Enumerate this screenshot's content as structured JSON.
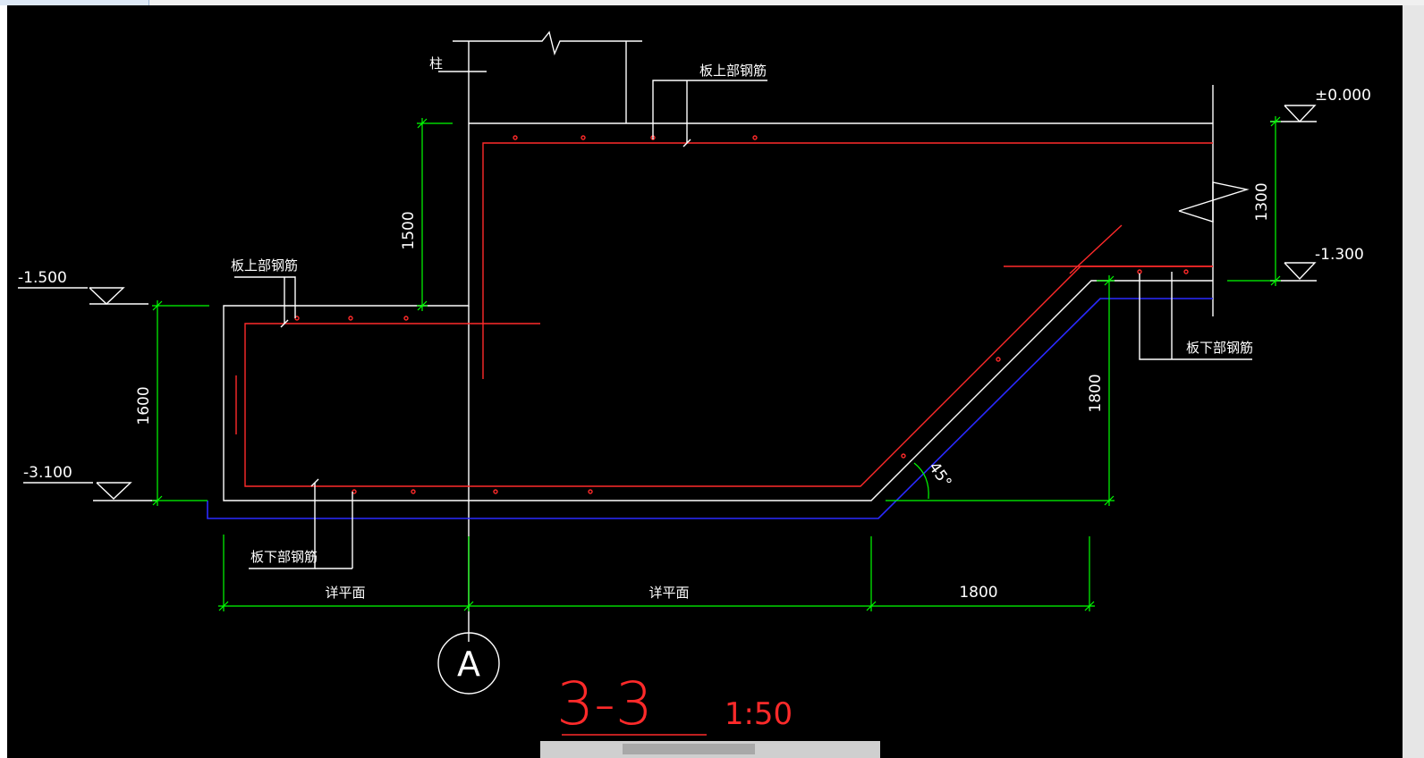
{
  "labels": {
    "column": "柱",
    "slab_top_rebar": "板上部钢筋",
    "slab_bottom_rebar": "板下部钢筋",
    "see_plan": "详平面"
  },
  "elevations": {
    "zero": "±0.000",
    "minus_1300": "-1.300",
    "minus_1500": "-1.500",
    "minus_3100": "-3.100"
  },
  "dimensions": {
    "d1500": "1500",
    "d1300": "1300",
    "d1600": "1600",
    "d1800_vertical": "1800",
    "d1800_horizontal": "1800",
    "angle": "45°"
  },
  "axis_label": "A",
  "section": {
    "title": "3-3",
    "scale": "1:50"
  },
  "colors": {
    "outline": "#ffffff",
    "rebar": "#ff2a2a",
    "dimension": "#00ff00",
    "waterproofing": "#2a2aff",
    "title": "#ff2a2a"
  }
}
